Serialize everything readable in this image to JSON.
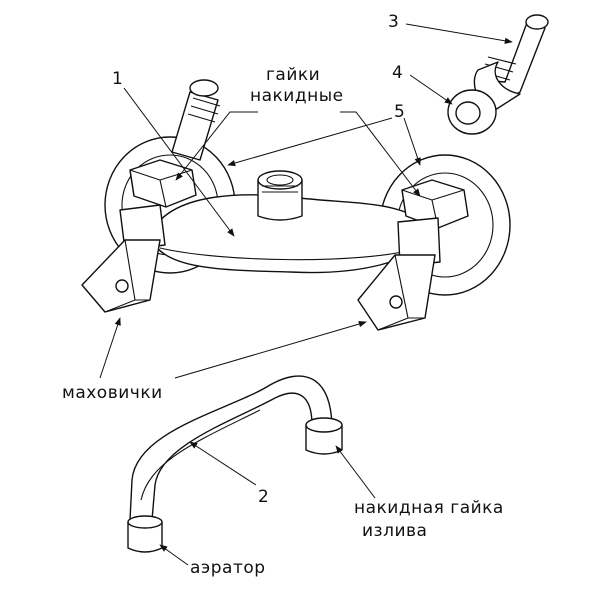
{
  "labels": {
    "nuts_line1": "гайки",
    "nuts_line2": "накидные",
    "handwheels": "маховички",
    "spout_nut_line1": "накидная гайка",
    "spout_nut_line2": "излива",
    "aerator": "аэратор"
  },
  "callouts": [
    "1",
    "2",
    "3",
    "4",
    "5"
  ]
}
